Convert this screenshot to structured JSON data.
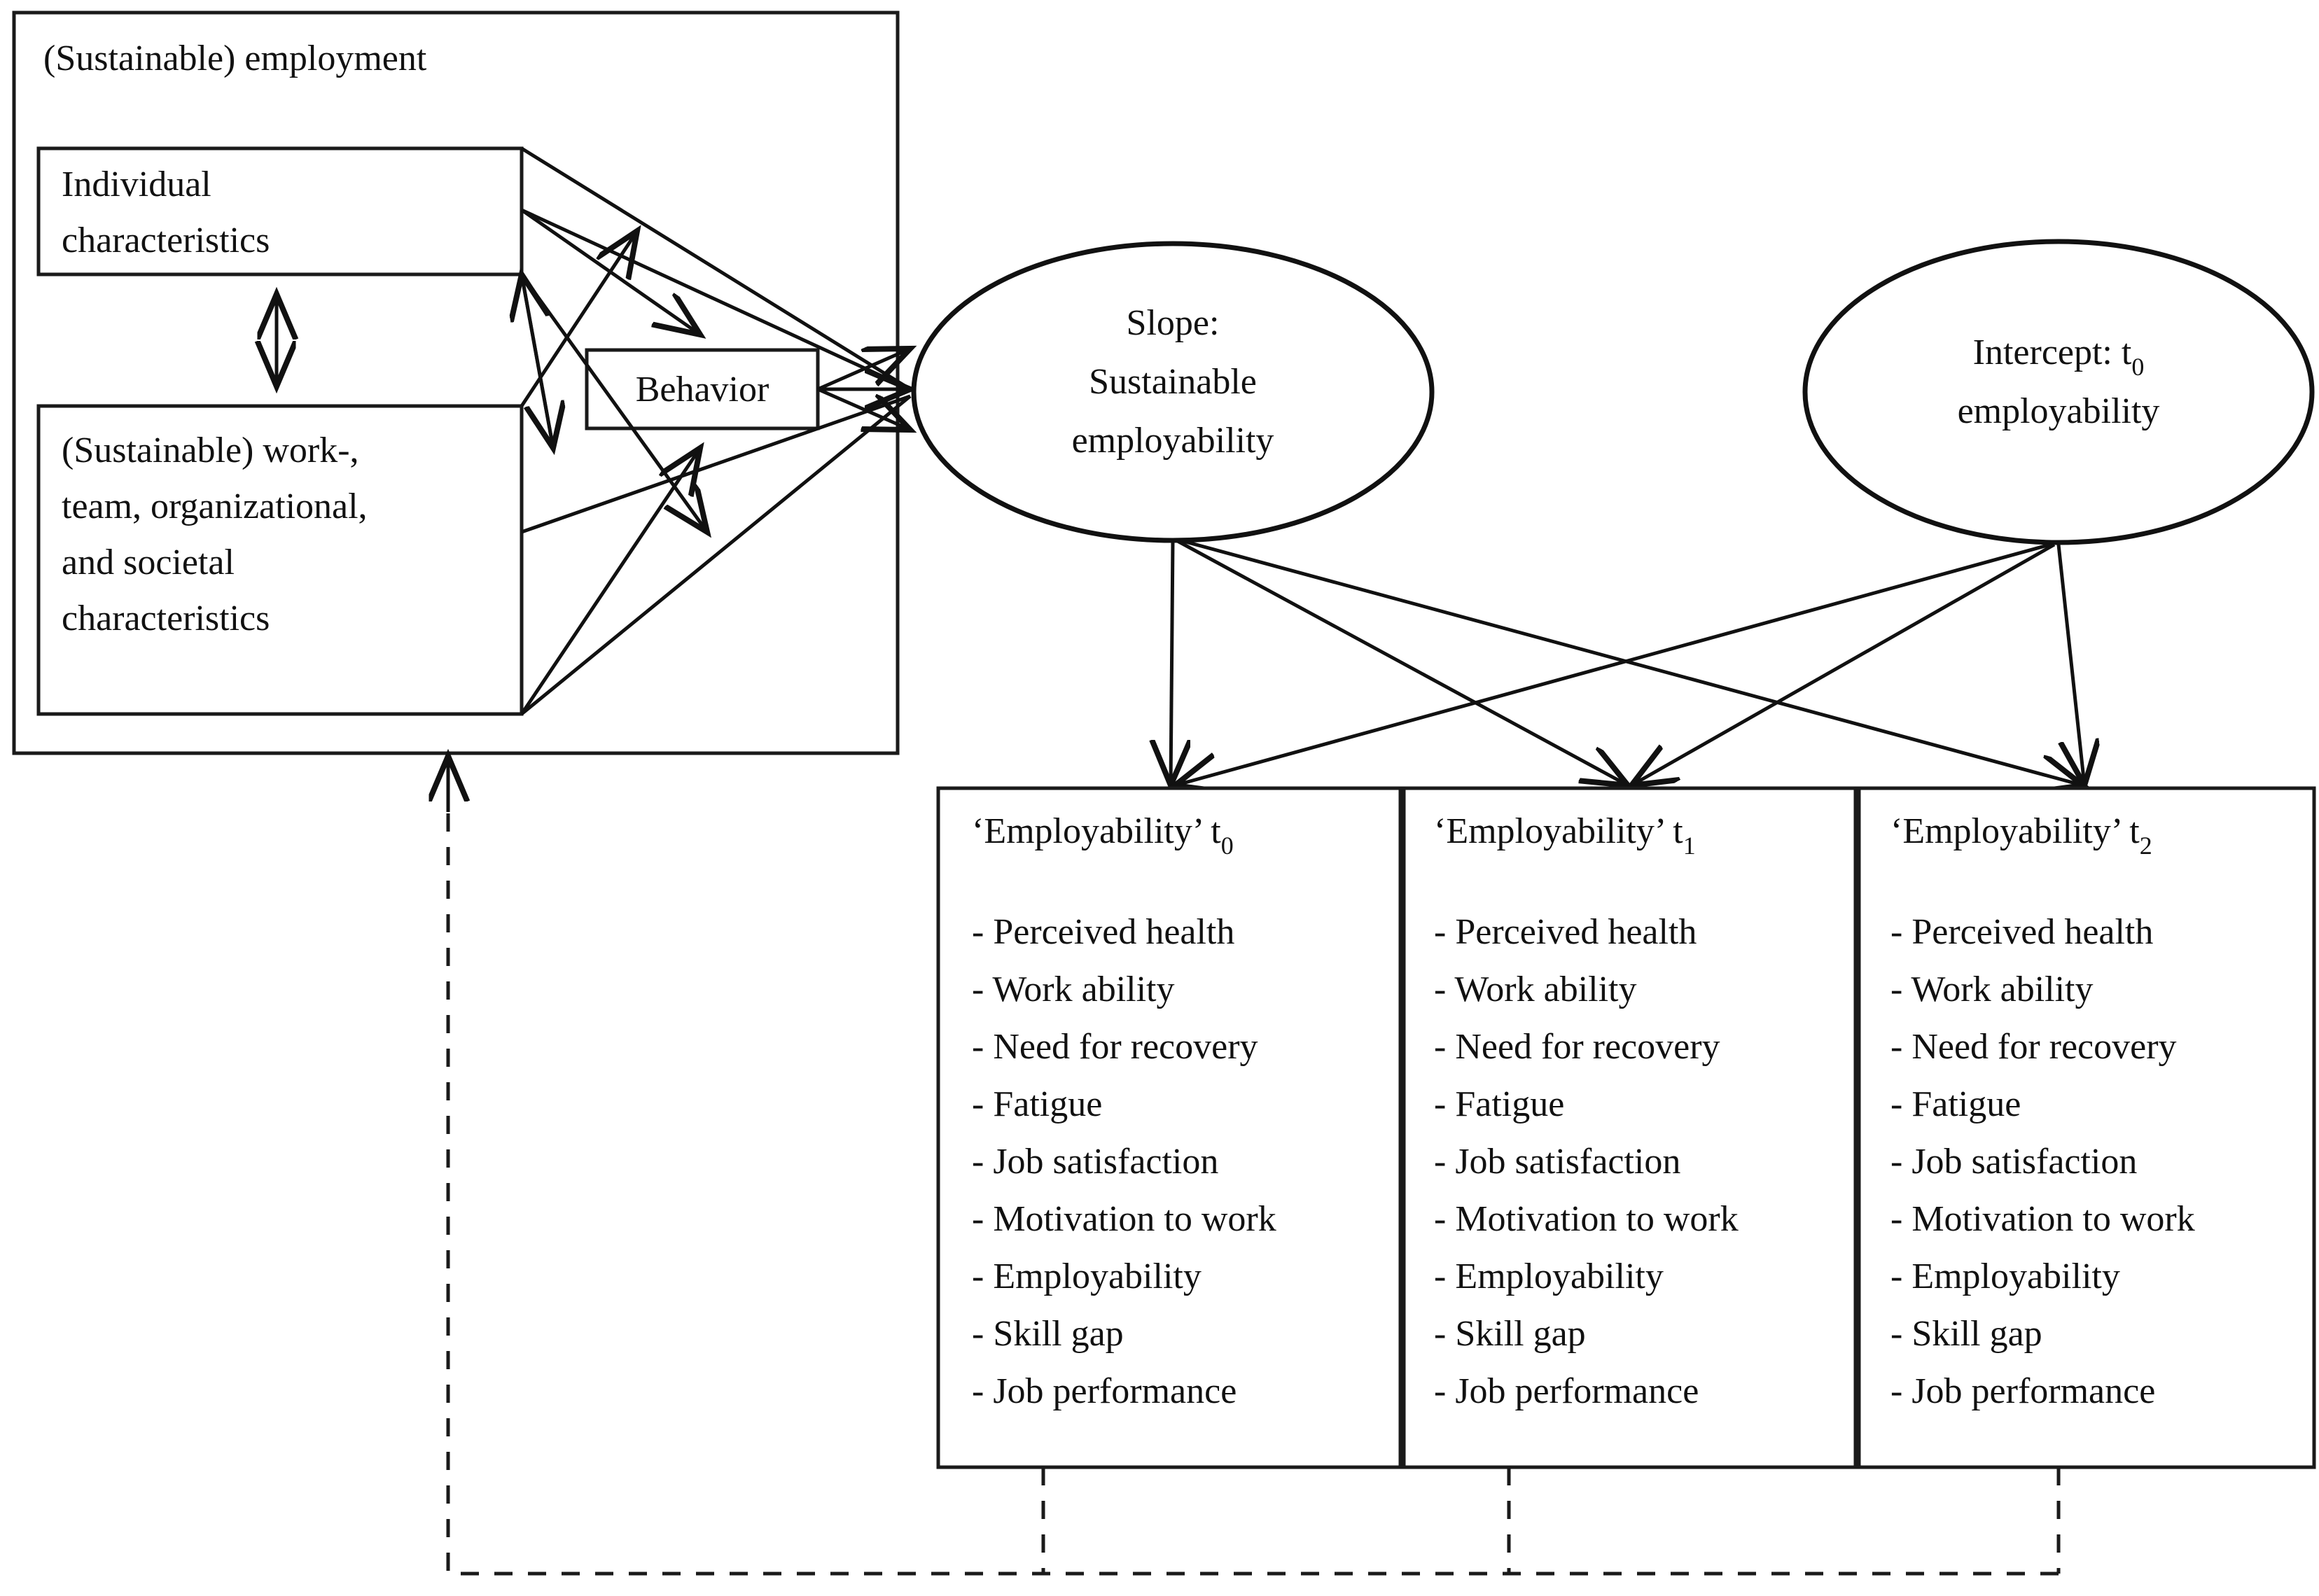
{
  "figure": {
    "outer_box_label": "(Sustainable) employment",
    "left_boxes": [
      {
        "id": "individual-characteristics",
        "lines": [
          "Individual",
          "characteristics"
        ]
      },
      {
        "id": "work-team-org-societal",
        "lines": [
          "(Sustainable) work-,",
          "team, organizational,",
          "and societal",
          "characteristics"
        ]
      }
    ],
    "behavior_box": {
      "label": "Behavior"
    },
    "ellipses": [
      {
        "id": "slope",
        "lines": [
          "Slope:",
          "Sustainable",
          "employability"
        ]
      },
      {
        "id": "intercept",
        "lines": [
          "Intercept: t",
          "employability"
        ],
        "subscript": "0",
        "line1_prefix": "Intercept: t"
      }
    ],
    "measurement_boxes": [
      {
        "id": "employability-t0",
        "title_prefix": "‘Employability’ t",
        "title_subscript": "0",
        "items": [
          "- Perceived health",
          "- Work ability",
          "- Need for recovery",
          "- Fatigue",
          "- Job satisfaction",
          "- Motivation to work",
          "- Employability",
          "- Skill gap",
          "- Job performance"
        ]
      },
      {
        "id": "employability-t1",
        "title_prefix": "‘Employability’ t",
        "title_subscript": "1",
        "items": [
          "- Perceived health",
          "- Work ability",
          "- Need for recovery",
          "- Fatigue",
          "- Job satisfaction",
          "- Motivation to work",
          "- Employability",
          "- Skill gap",
          "- Job performance"
        ]
      },
      {
        "id": "employability-t2",
        "title_prefix": "‘Employability’ t",
        "title_subscript": "2",
        "items": [
          "- Perceived health",
          "- Work ability",
          "- Need for recovery",
          "- Fatigue",
          "- Job satisfaction",
          "- Motivation to work",
          "- Employability",
          "- Skill gap",
          "- Job performance"
        ]
      }
    ],
    "colors": {
      "stroke": "#111111",
      "background": "#ffffff",
      "text": "#111111"
    }
  }
}
